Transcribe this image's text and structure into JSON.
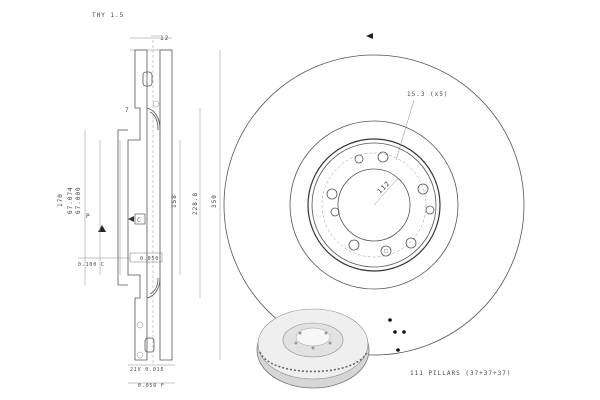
{
  "drawing": {
    "labels": {
      "thickness_min": "THY 1.5",
      "dim_12": "12",
      "dim_7": "7",
      "dim_170": "170",
      "dim_67_074": "67.074",
      "dim_67_000": "67.000",
      "datum_p": "P",
      "datum_c": "C",
      "tol_runout": "0.100 C",
      "tol_flat": "0.050",
      "dim_158": "158",
      "dim_228": "228.8",
      "dim_350": "350",
      "bottom_tol_1": "21V 0.015",
      "bottom_tol_2": "0.050 F",
      "holes": "15.3 (x5)",
      "pcd": "112",
      "pillars": "111 PILLARS (37+37+37)"
    }
  }
}
